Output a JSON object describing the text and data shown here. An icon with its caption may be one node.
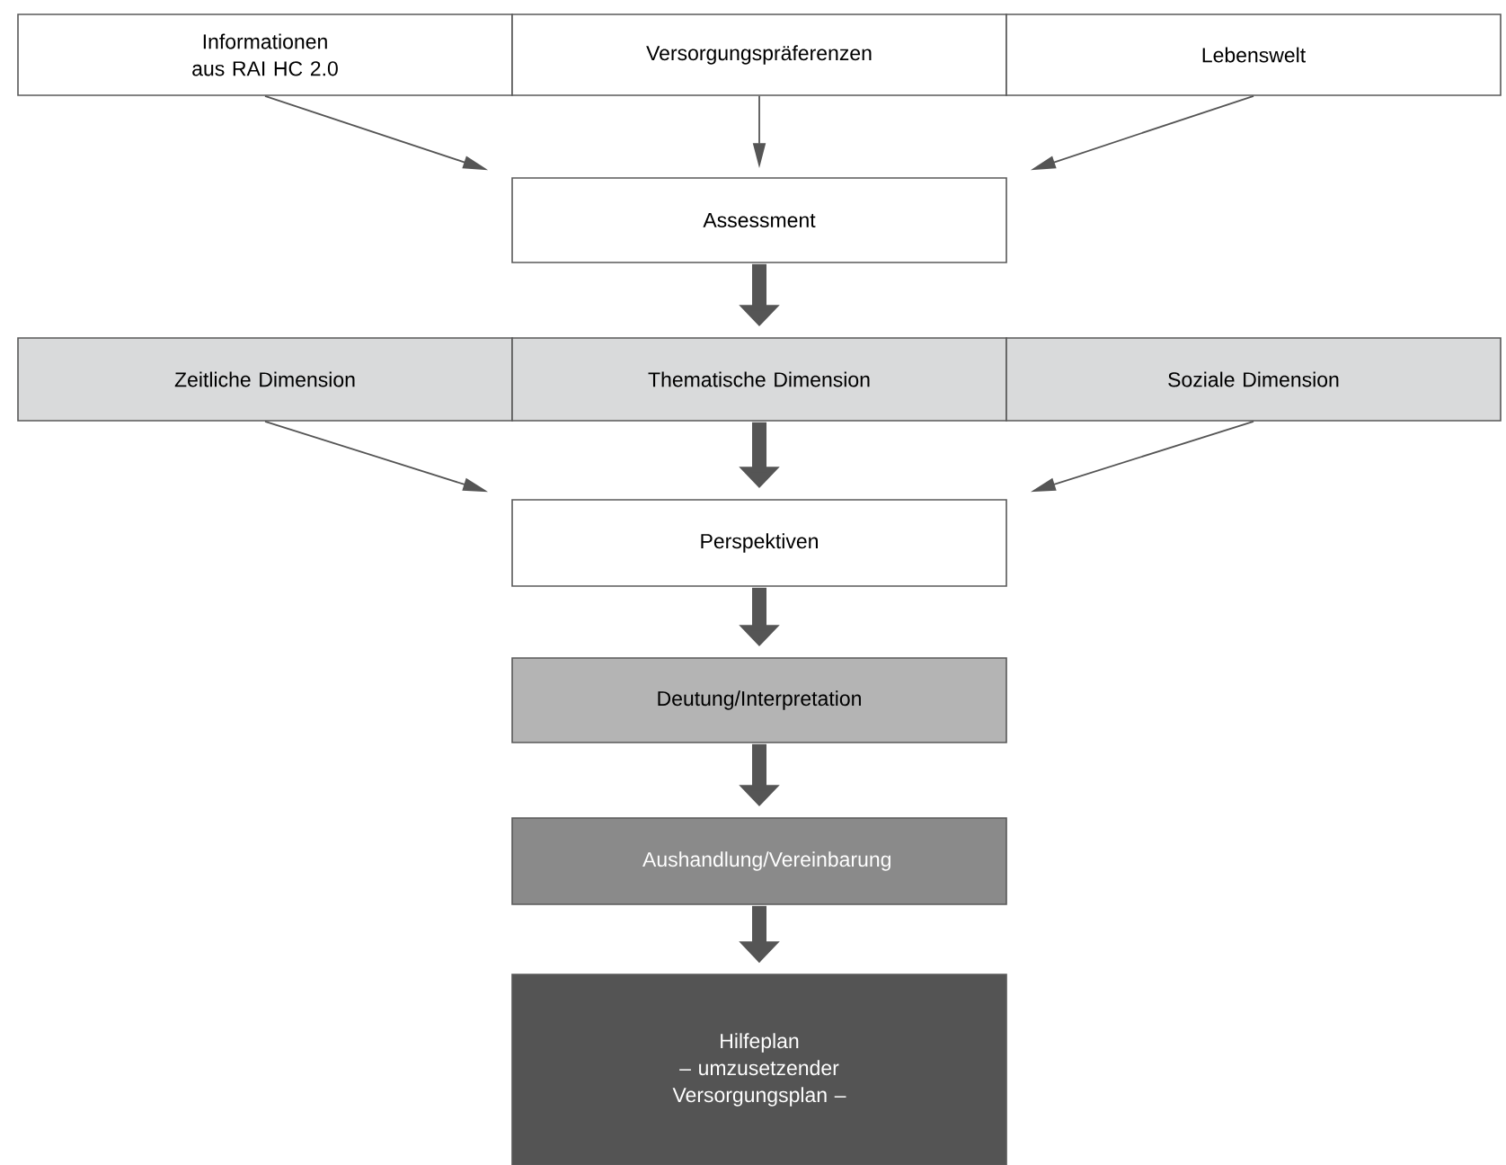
{
  "diagram": {
    "nodes": [
      {
        "text": [
          "Informationen aus RAI HC 2.0"
        ]
      },
      {
        "text": [
          "Versorgungspräferenzen"
        ]
      },
      {
        "text": [
          "Lebenswelt"
        ]
      },
      {
        "text": [
          "Assessment"
        ]
      },
      {
        "text": [
          "Zeitliche Dimension"
        ]
      },
      {
        "text": [
          "Thematische Dimension"
        ]
      },
      {
        "text": [
          "Soziale Dimension"
        ]
      },
      {
        "text": [
          "Perspektiven"
        ]
      },
      {
        "text": [
          "Deutung/Interpretation"
        ]
      },
      {
        "text": [
          "Aushandlung/Vereinbarung"
        ]
      },
      {
        "text": [
          "Hilfeplan",
          "– umzusetzender Versorgungsplan –"
        ]
      }
    ],
    "edges": [
      {
        "from": 0,
        "to": 3,
        "arrow": "to"
      },
      {
        "from": 1,
        "to": 3,
        "arrow": "to"
      },
      {
        "from": 2,
        "to": 3,
        "arrow": "to"
      },
      {
        "from": 3,
        "to": 5,
        "arrow": "to",
        "style": "thick"
      },
      {
        "from": 4,
        "to": 7,
        "arrow": "to"
      },
      {
        "from": 5,
        "to": 7,
        "arrow": "to",
        "style": "thick"
      },
      {
        "from": 6,
        "to": 7,
        "arrow": "to"
      },
      {
        "from": 7,
        "to": 8,
        "arrow": "to",
        "style": "thick"
      },
      {
        "from": 8,
        "to": 9,
        "arrow": "to",
        "style": "thick"
      },
      {
        "from": 9,
        "to": 10,
        "arrow": "to",
        "style": "thick"
      }
    ]
  }
}
